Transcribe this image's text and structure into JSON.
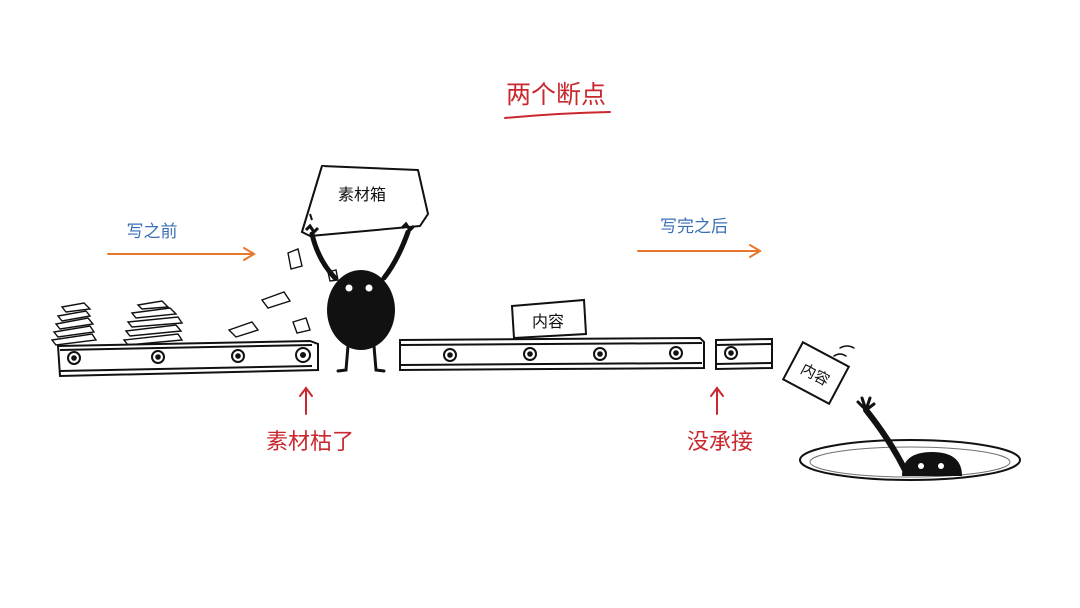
{
  "title": "两个断点",
  "labels": {
    "before": "写之前",
    "after": "写完之后",
    "bin": "素材箱",
    "content_belt": "内容",
    "content_falling": "内容",
    "break_1": "素材枯了",
    "break_2": "没承接"
  },
  "colors": {
    "red": "#c8282e",
    "blue": "#3b6fb5",
    "orange": "#e8772e",
    "ink": "#111111"
  }
}
